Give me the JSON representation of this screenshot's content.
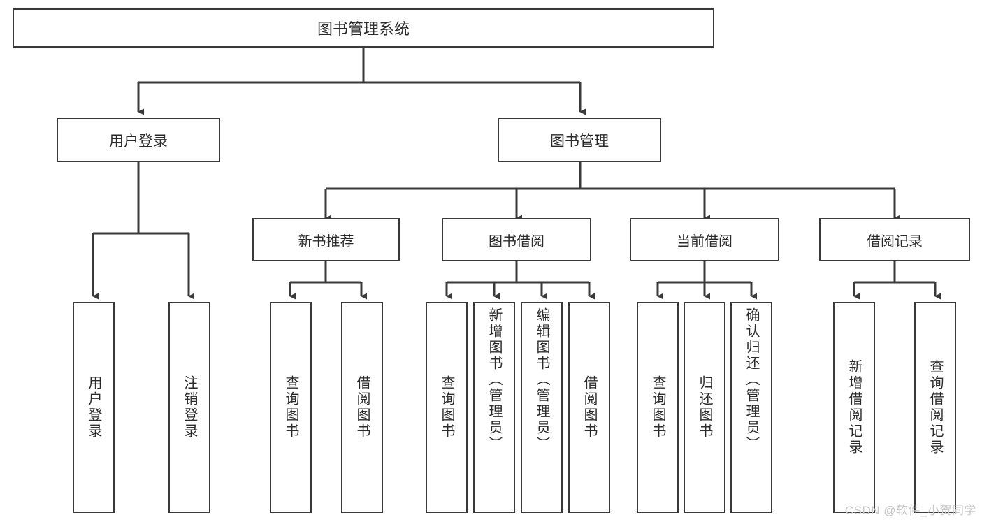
{
  "diagram": {
    "title": "图书管理系统",
    "watermark": "CSDN @软件_小贺同学",
    "line_color": "#3a3a3a",
    "box_border_color": "#3a3a3a",
    "text_color": "#2b2b2b",
    "background": "#ffffff",
    "root": {
      "label": "图书管理系统"
    },
    "level2": [
      {
        "label": "用户登录"
      },
      {
        "label": "图书管理"
      }
    ],
    "level3": [
      {
        "label": "新书推荐"
      },
      {
        "label": "图书借阅"
      },
      {
        "label": "当前借阅"
      },
      {
        "label": "借阅记录"
      }
    ],
    "leaves": [
      {
        "label": "用户登录",
        "parent": "用户登录"
      },
      {
        "label": "注销登录",
        "parent": "用户登录"
      },
      {
        "label": "查询图书",
        "parent": "新书推荐"
      },
      {
        "label": "借阅图书",
        "parent": "新书推荐"
      },
      {
        "label": "查询图书",
        "parent": "图书借阅"
      },
      {
        "label": "新增图书（管理员）",
        "parent": "图书借阅"
      },
      {
        "label": "编辑图书（管理员）",
        "parent": "图书借阅"
      },
      {
        "label": "借阅图书",
        "parent": "图书借阅"
      },
      {
        "label": "查询图书",
        "parent": "当前借阅"
      },
      {
        "label": "归还图书",
        "parent": "当前借阅"
      },
      {
        "label": "确认归还（管理员）",
        "parent": "当前借阅"
      },
      {
        "label": "新增借阅记录",
        "parent": "借阅记录"
      },
      {
        "label": "查询借阅记录",
        "parent": "借阅记录"
      }
    ]
  }
}
